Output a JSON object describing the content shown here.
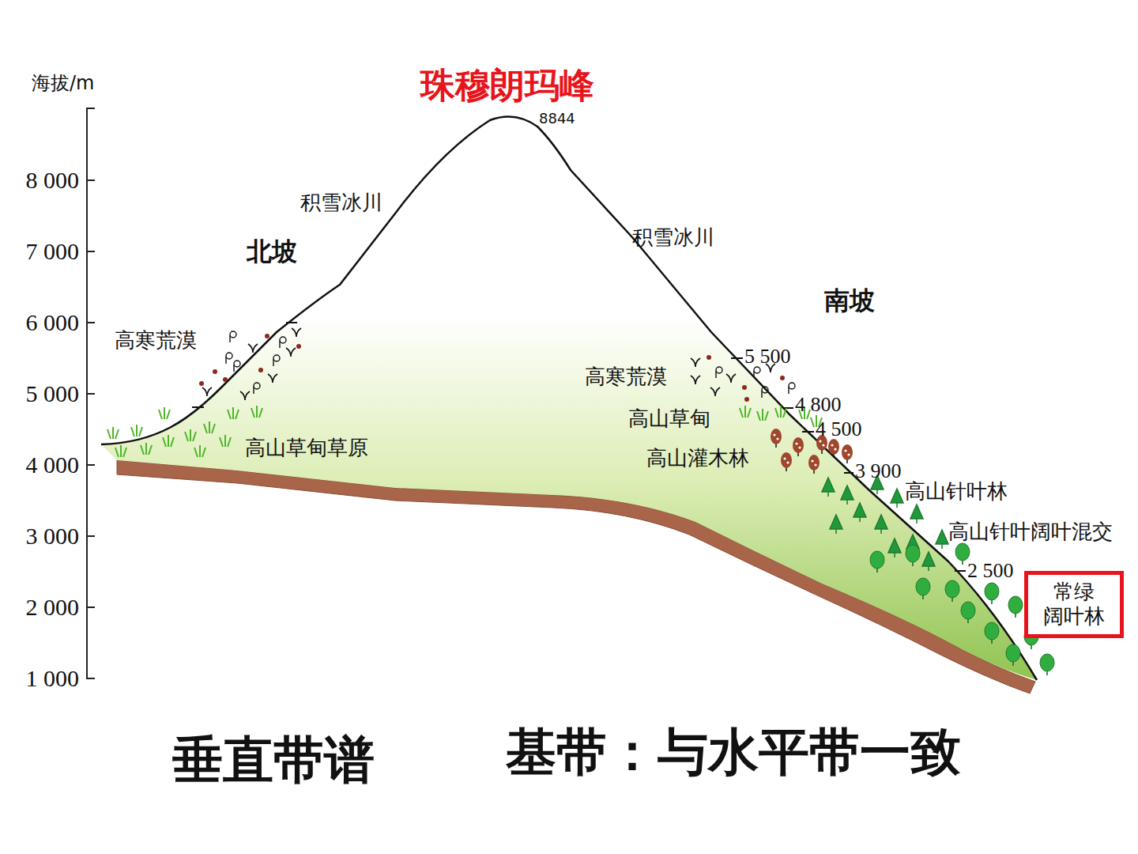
{
  "diagram": {
    "title": "珠穆朗玛峰",
    "nodes": [
      {
        "text": [
          "常绿 阔叶林"
        ]
      }
    ],
    "labels": [
      "海拔/m",
      "8 000",
      "7 000",
      "6 000",
      "5 000",
      "4 000",
      "3 000",
      "2 000",
      "1 000",
      "8844",
      "积雪冰川",
      "北坡",
      "积雪冰川",
      "南坡",
      "高寒荒漠",
      "高山草甸草原",
      "高寒荒漠",
      "高山草甸",
      "高山灌木林",
      "5 500",
      "4 800",
      "4 500",
      "3 900",
      "高山针叶林",
      "高山针叶阔叶混交",
      "2 500",
      "垂直带谱",
      "基带：与水平带一致"
    ]
  }
}
